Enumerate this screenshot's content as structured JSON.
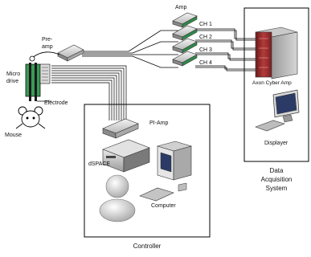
{
  "labels": {
    "amp": "Amp",
    "ch1": "CH 1",
    "ch2": "CH 2",
    "ch3": "CH 3",
    "ch4": "CH 4",
    "preamp_1": "Pre-",
    "preamp_2": "amp",
    "microdrive_1": "Micro",
    "microdrive_2": "drive",
    "electrode": "Electrode",
    "mouse": "Mouse",
    "axon": "Axon Cyber Amp",
    "displayer": "Displayer",
    "das_1": "Data",
    "das_2": "Acquisition",
    "das_3": "System",
    "pi_amp": "PI-Amp",
    "dspace": "dSPACE",
    "computer": "Computer",
    "controller": "Controller"
  },
  "colors": {
    "amp_green": "#2f8a4a",
    "axon_red": "#9a2a2a",
    "microdrive_green": "#3a9a55"
  },
  "icons": [
    "amplifier-icon",
    "preamp-icon",
    "microdrive-icon",
    "mouse-icon",
    "rack-icon",
    "monitor-icon",
    "keyboard-icon",
    "dspace-icon",
    "person-icon",
    "computer-icon"
  ]
}
